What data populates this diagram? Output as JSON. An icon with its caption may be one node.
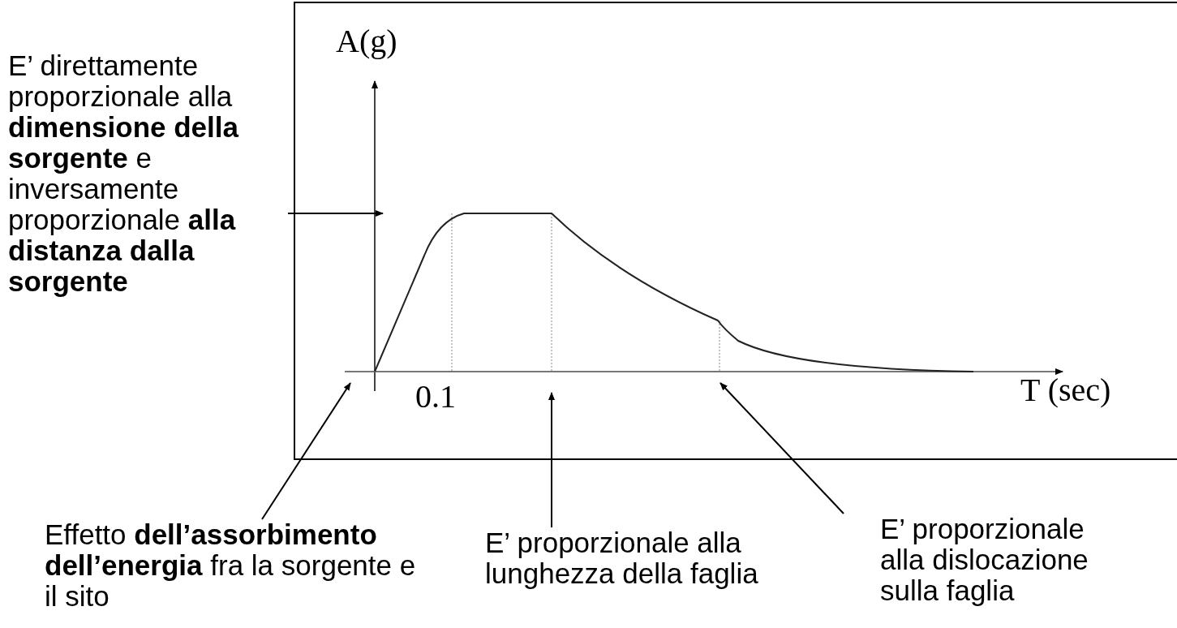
{
  "diagram": {
    "nodes": [
      {
        "text": [
          "E’ direttamente proporzionale alla **dimensione della sorgente** e inversamente proporzionale **alla distanza dalla sorgente**"
        ]
      },
      {
        "text": [
          "Effetto **dell’assorbimento dell’energia** fra la sorgente e il sito"
        ]
      },
      {
        "text": [
          "E’ proporzionale alla lunghezza della faglia"
        ]
      },
      {
        "text": [
          "E’ proporzionale alla dislocazione sulla faglia"
        ]
      },
      {
        "text": [],
        "shape": "picture"
      }
    ],
    "edges": [
      {
        "from": 0,
        "to": 4,
        "arrow": "to"
      },
      {
        "from": 1,
        "to": 4,
        "arrow": "to"
      },
      {
        "from": 2,
        "to": 4,
        "arrow": "to"
      },
      {
        "from": 3,
        "to": 4,
        "arrow": "to"
      }
    ],
    "labels": [
      "A(g)",
      "0.1",
      "T (sec)"
    ]
  }
}
